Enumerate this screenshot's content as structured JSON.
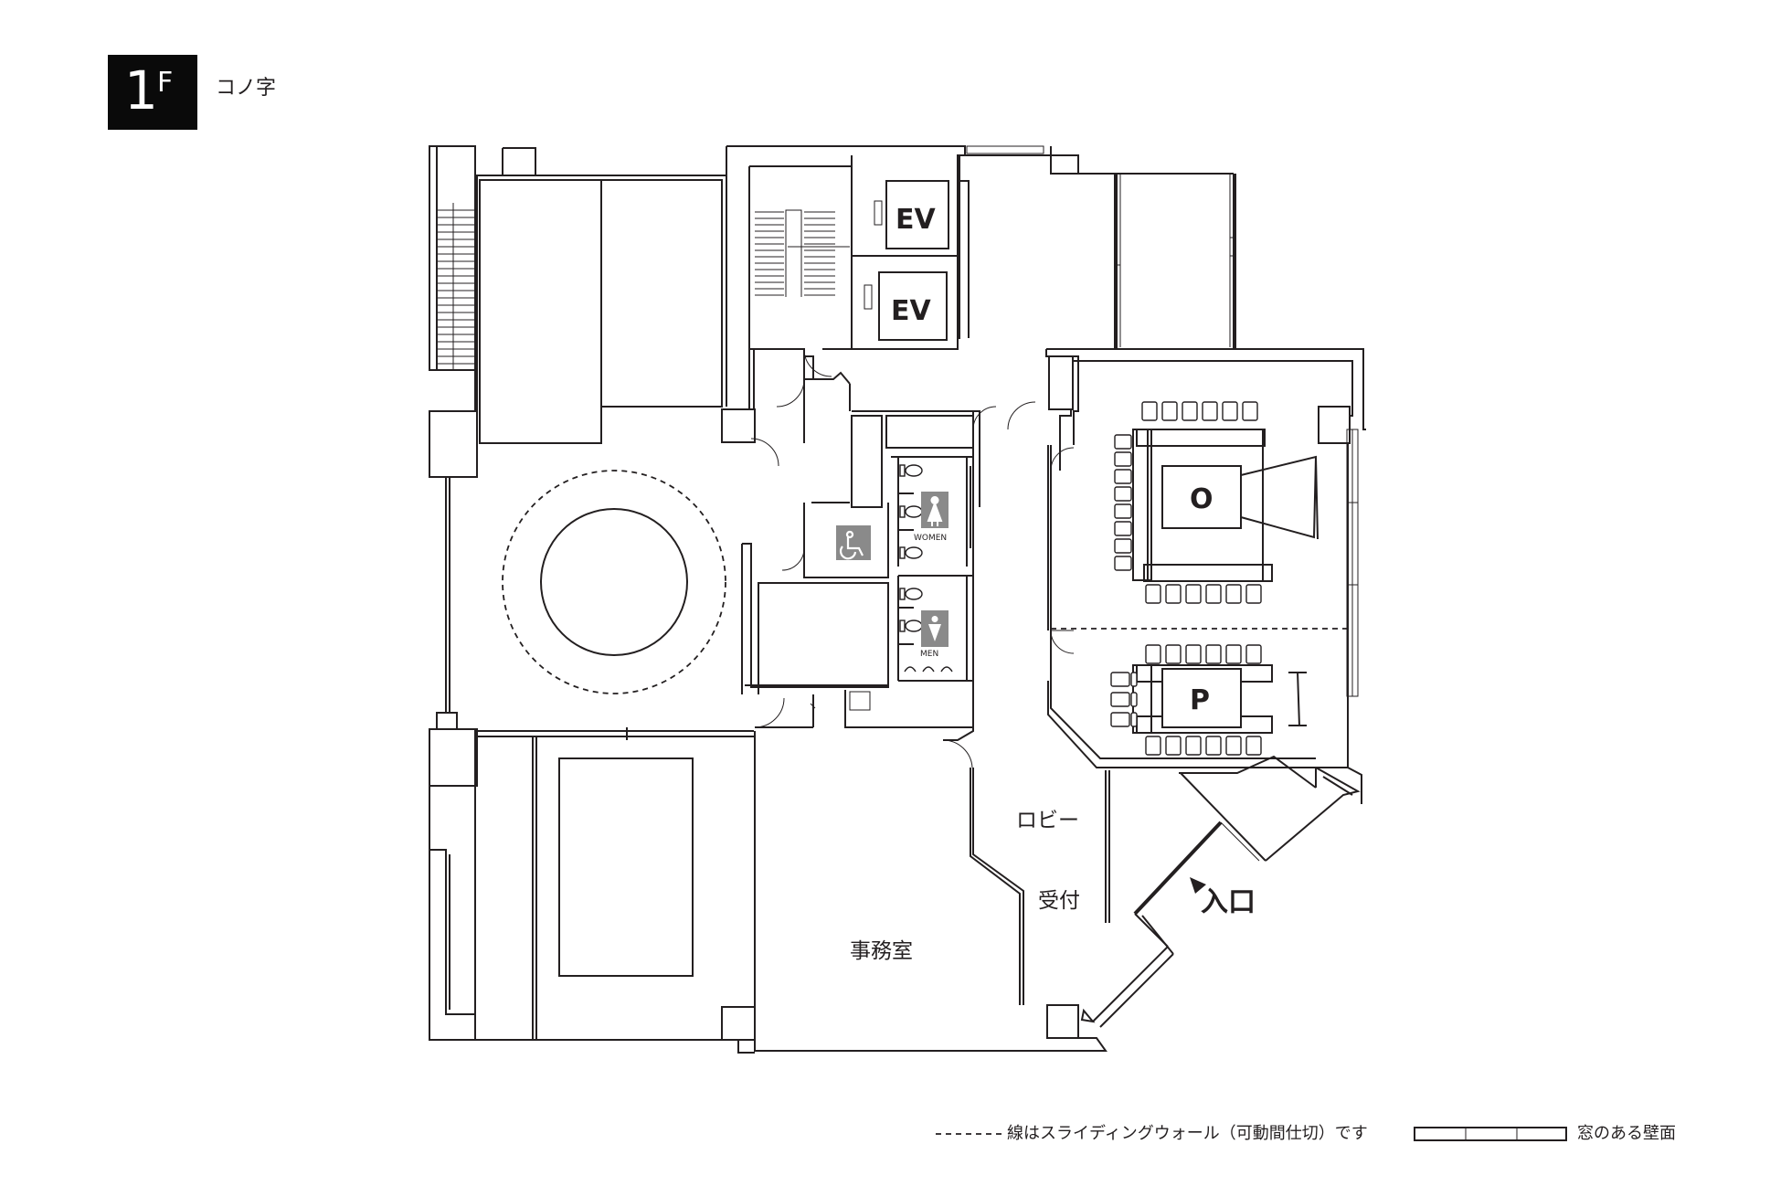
{
  "header": {
    "floor_number": "1",
    "floor_letter": "F",
    "room_name": "コノ字"
  },
  "rooms": {
    "elevator_1": "EV",
    "elevator_2": "EV",
    "room_o": "O",
    "room_p": "P",
    "lobby": "ロビー",
    "reception": "受付",
    "office": "事務室",
    "entrance": "入口",
    "women": "WOMEN",
    "men": "MEN"
  },
  "legend": {
    "sliding_wall_text": "線はスライディングウォール（可動間仕切）です",
    "window_wall_text": "窓のある壁面"
  },
  "icons": {
    "wheelchair": "wheelchair-icon",
    "women": "women-restroom-icon",
    "men": "men-restroom-icon",
    "entrance_arrow": "entrance-arrow-icon"
  }
}
